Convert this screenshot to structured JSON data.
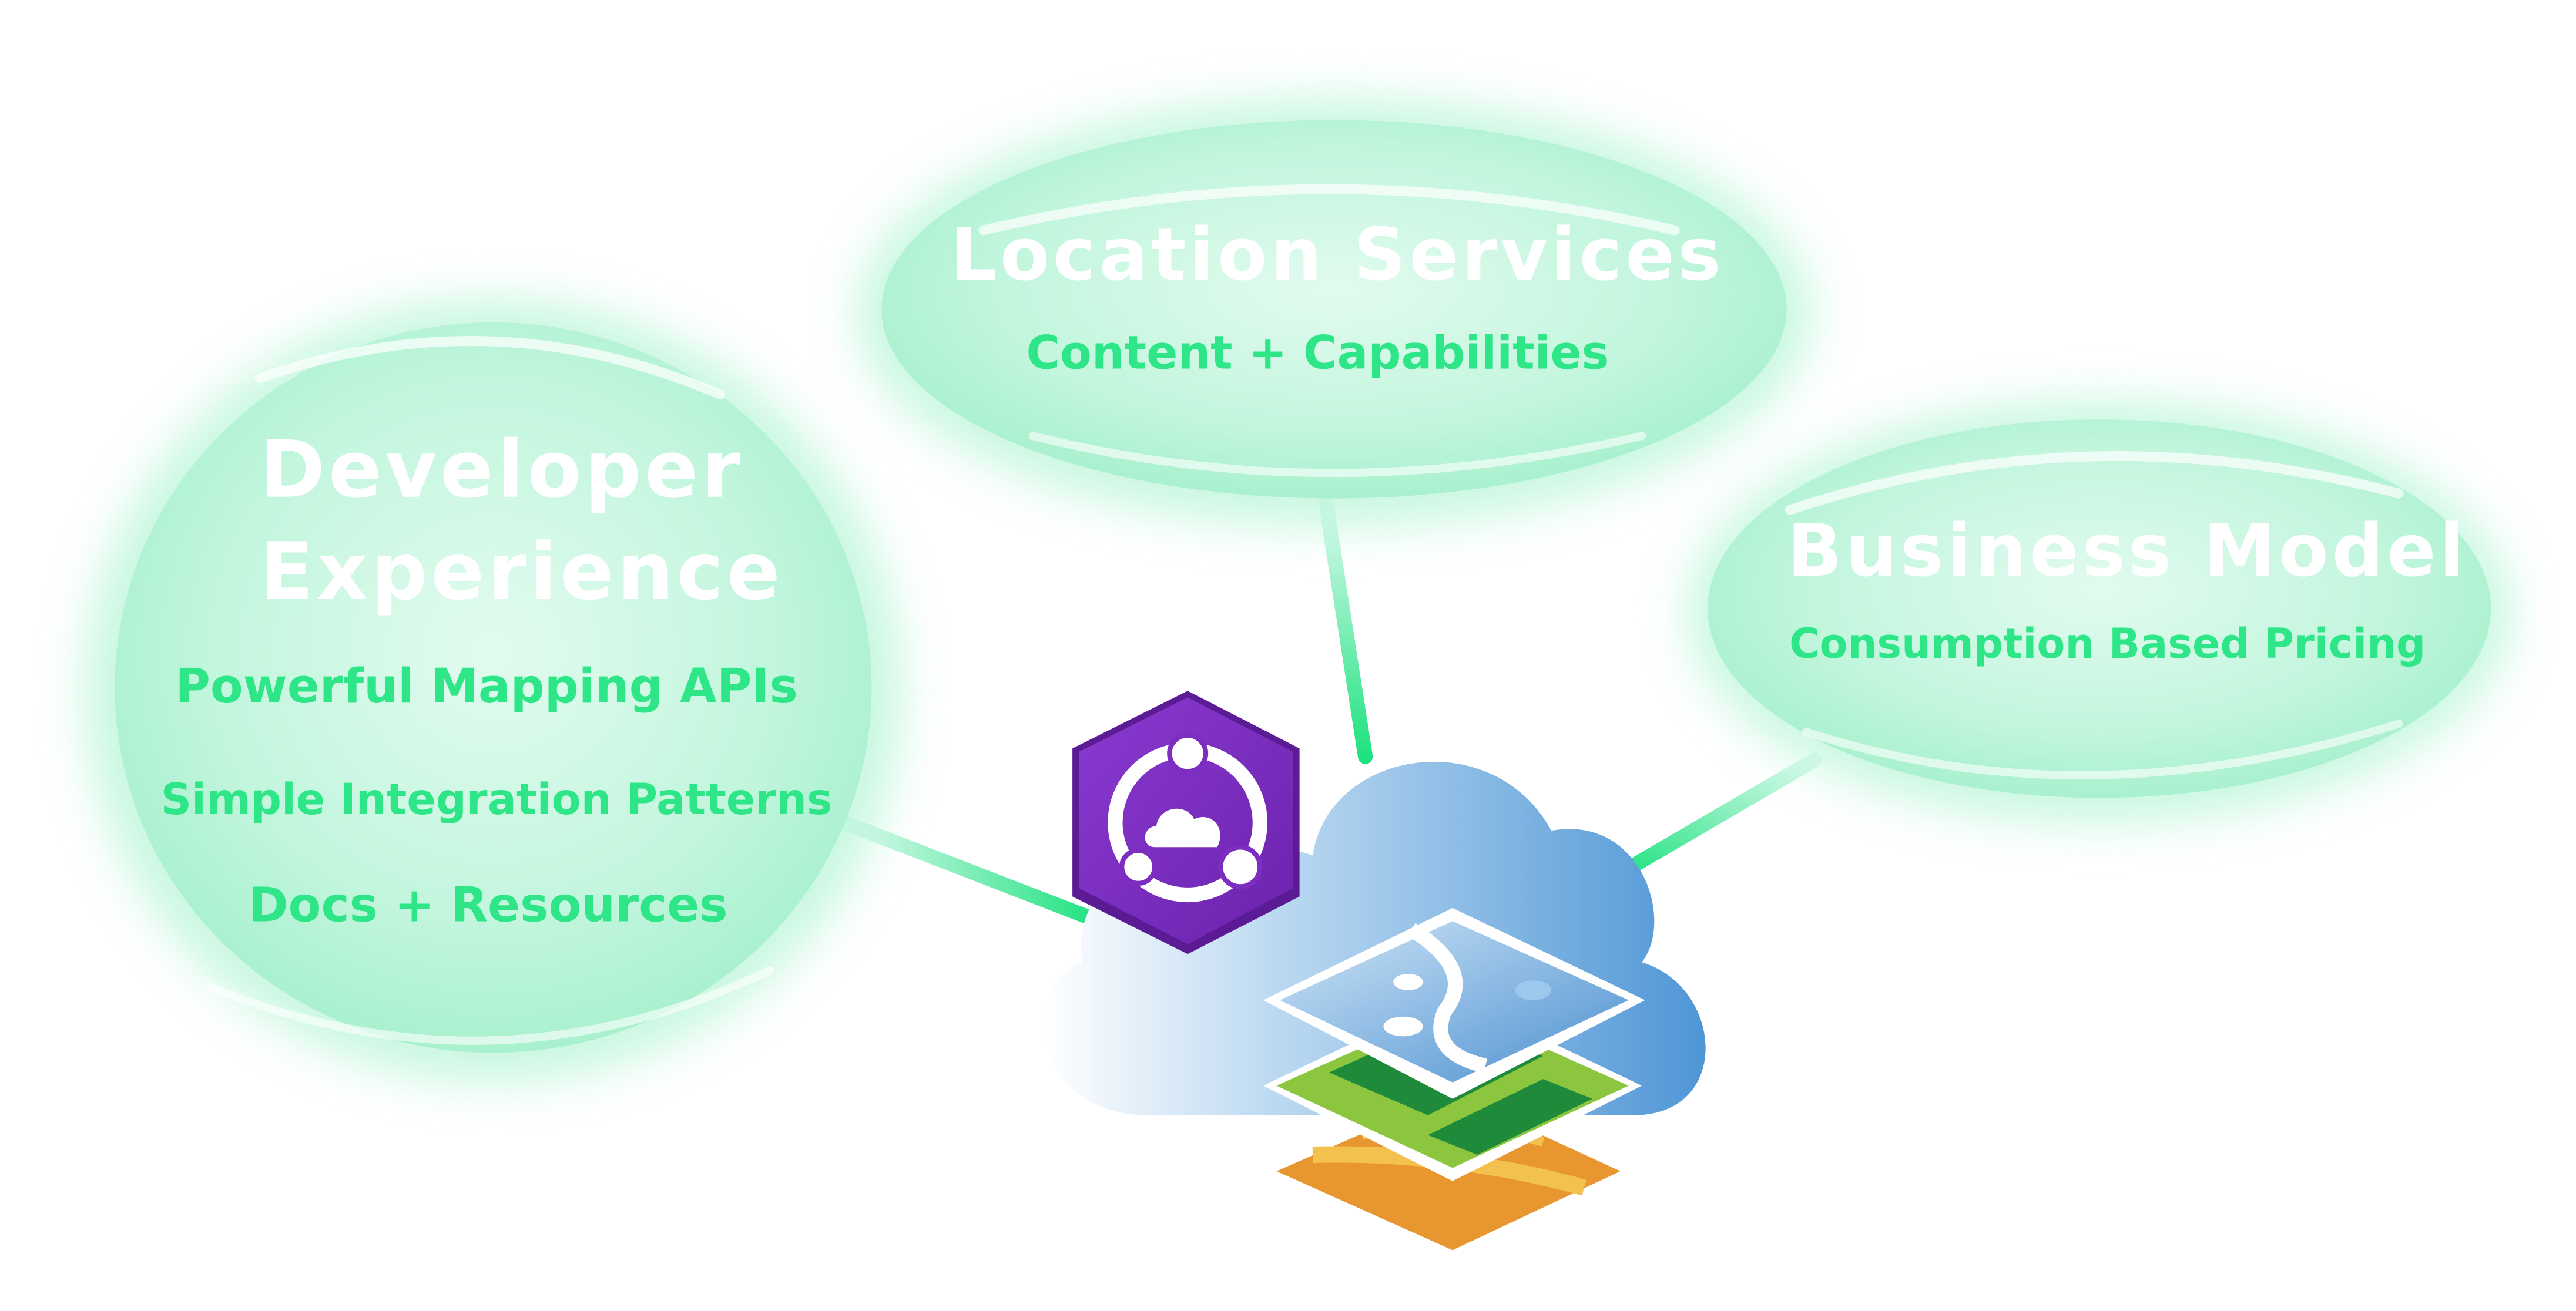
{
  "bubbles": {
    "developer": {
      "title_line1": "Developer",
      "title_line2": "Experience",
      "items": [
        "Powerful Mapping APIs",
        "Simple Integration Patterns",
        "Docs + Resources"
      ]
    },
    "location": {
      "title": "Location Services",
      "subtitle": "Content + Capabilities"
    },
    "business": {
      "title": "Business Model",
      "subtitle": "Consumption Based Pricing"
    }
  },
  "icons": {
    "platform": "platform-hexagon-icon",
    "cloud": "cloud-icon",
    "map_layers": "map-layers-icon"
  },
  "colors": {
    "bubble_fill": "#b6f5d7",
    "accent_green": "#2ee687",
    "connector_green": "#1ee27f",
    "hexagon_purple": "#7d2dbf",
    "cloud_blue": "#5d9fd9"
  }
}
